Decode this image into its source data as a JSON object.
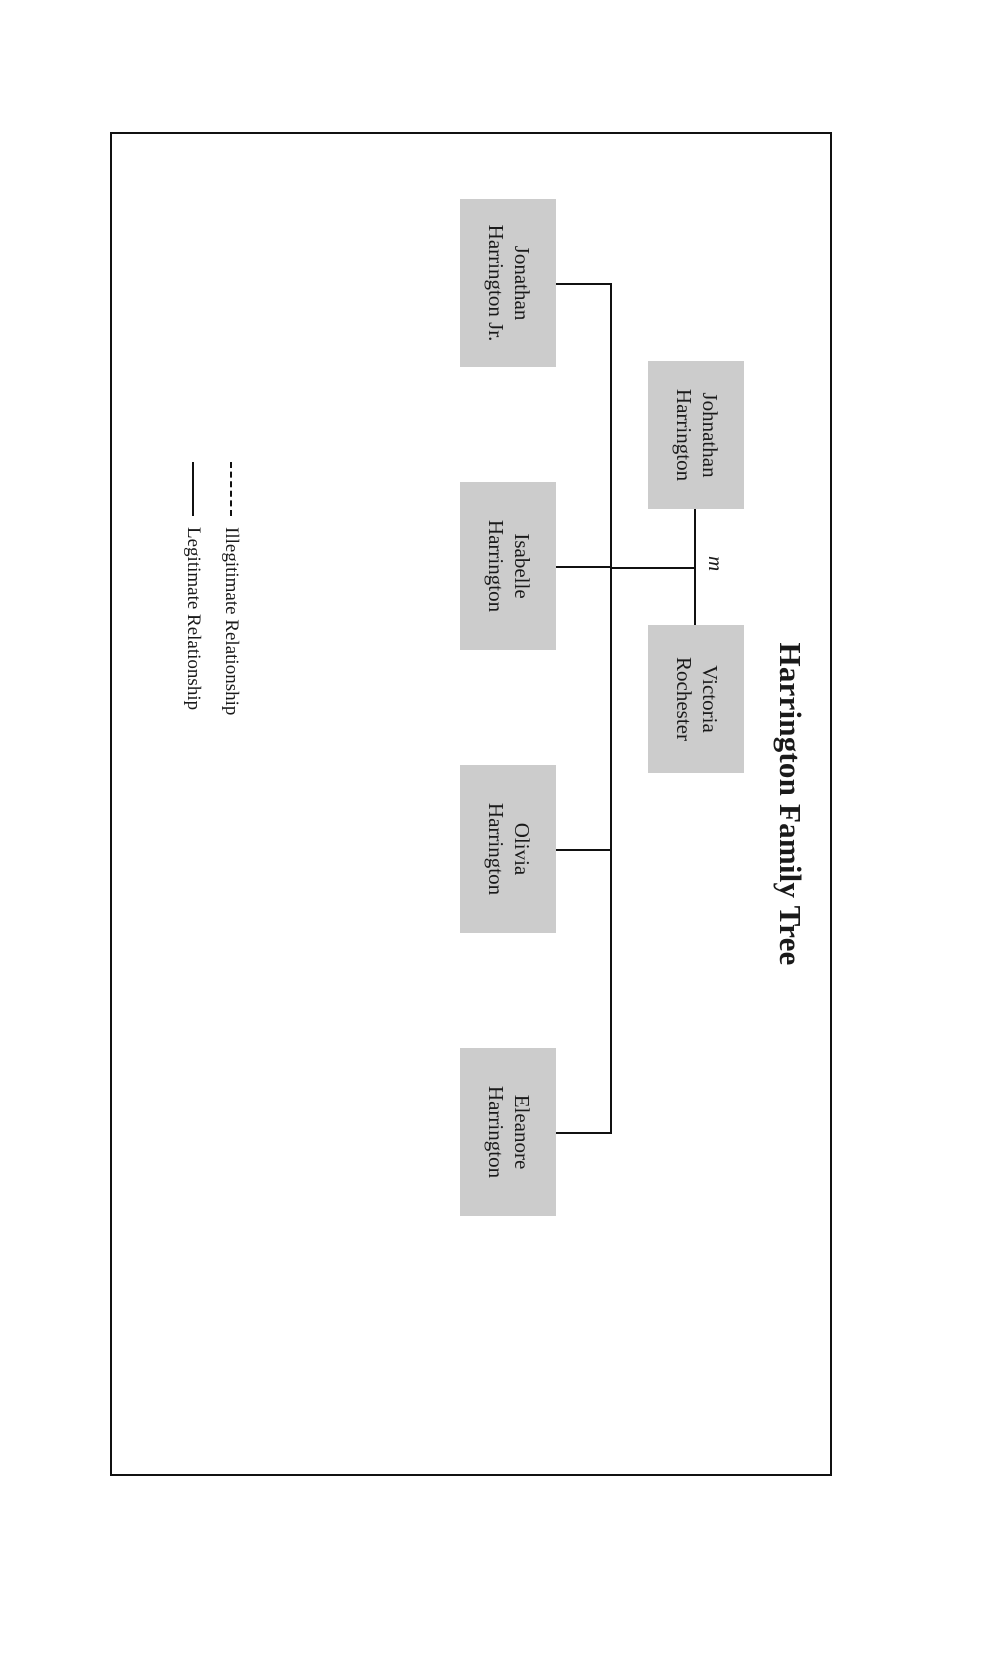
{
  "figure": {
    "title": "Harrington Family Tree",
    "background_color": "#ffffff",
    "frame_color": "#111111",
    "node_fill_color": "#cccccc",
    "line_color": "#111111",
    "text_color": "#1a1a1a",
    "orientation": "rotated-90-landscape"
  },
  "parents": {
    "father": {
      "line1": "Johnathan",
      "line2": "Harrington"
    },
    "mother": {
      "line1": "Victoria",
      "line2": "Rochester"
    },
    "marriage_marker": "m"
  },
  "children": [
    {
      "line1": "Jonathan",
      "line2": "Harrington Jr.",
      "relationship": "legitimate"
    },
    {
      "line1": "Isabelle",
      "line2": "Harrington",
      "relationship": "legitimate"
    },
    {
      "line1": "Olivia",
      "line2": "Harrington",
      "relationship": "legitimate"
    },
    {
      "line1": "Eleanore",
      "line2": "Harrington",
      "relationship": "legitimate"
    }
  ],
  "legend": {
    "items": [
      {
        "style": "dashed",
        "label": "Illegitimate Relationship"
      },
      {
        "style": "solid",
        "label": "Legitimate Relationship"
      }
    ]
  }
}
